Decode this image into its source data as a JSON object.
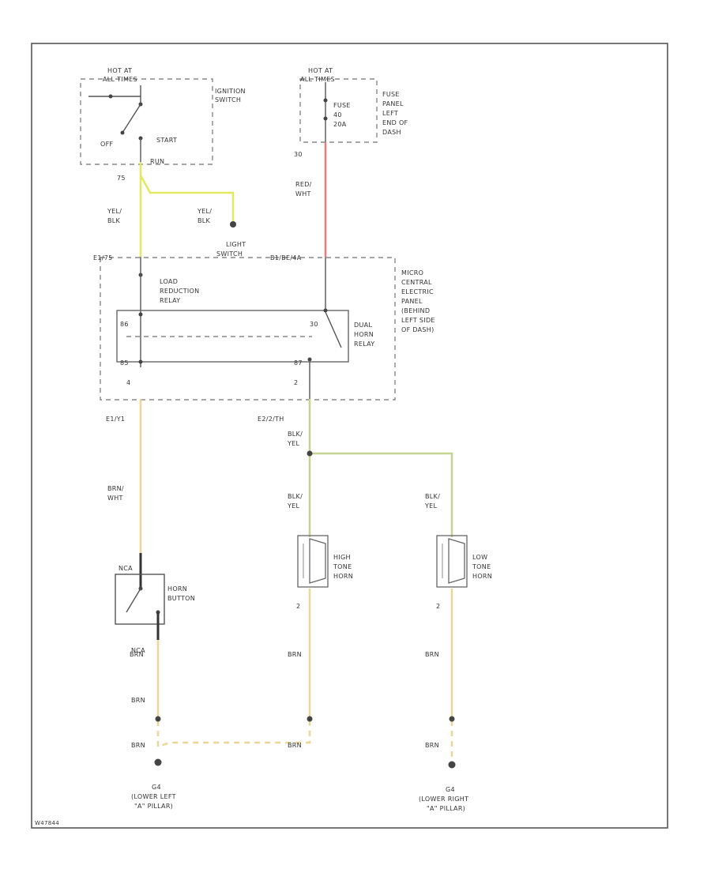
{
  "colors": {
    "yel_blk": "#e2e860",
    "red_wht": "#f07a7a",
    "brn_wht": "#ecd596",
    "blk_yel": "#c5d492",
    "brn": "#ecd596",
    "gray_line": "#555555"
  },
  "ignition": {
    "hot_label_line1": "HOT AT",
    "hot_label_line2": "ALL TIMES",
    "off": "OFF",
    "start": "START",
    "run": "RUN",
    "name_line1": "IGNITION",
    "name_line2": "SWITCH",
    "terminal": "75"
  },
  "fuse": {
    "hot_line1": "HOT AT",
    "hot_line2": "ALL TIMES",
    "fuse_line1": "FUSE",
    "fuse_line2": "40",
    "fuse_line3": "20A",
    "panel_line1": "FUSE",
    "panel_line2": "PANEL",
    "panel_line3": "LEFT",
    "panel_line4": "END OF",
    "panel_line5": "DASH",
    "terminal": "30"
  },
  "wires": {
    "yel_blk_a_line1": "YEL/",
    "yel_blk_a_line2": "BLK",
    "yel_blk_b_line1": "YEL/",
    "yel_blk_b_line2": "BLK",
    "light_switch_line1": "LIGHT",
    "light_switch_line2": "SWITCH",
    "red_wht_line1": "RED/",
    "red_wht_line2": "WHT",
    "brn_wht_line1": "BRN/",
    "brn_wht_line2": "WHT",
    "blk_yel_a_line1": "BLK/",
    "blk_yel_a_line2": "YEL",
    "blk_yel_b_line1": "BLK/",
    "blk_yel_b_line2": "YEL",
    "blk_yel_c_line1": "BLK/",
    "blk_yel_c_line2": "YEL",
    "brn_a": "BRN",
    "brn_b": "BRN",
    "brn_c": "BRN",
    "brn_d": "BRN",
    "brn_e": "BRN",
    "brn_f": "BRN"
  },
  "connectors": {
    "c1": "E1/75",
    "c2": "B1/BE/4A",
    "c3": "E1/Y1",
    "c4": "E2/2/TH",
    "pin_86": "86",
    "pin_85": "85",
    "pin_30": "30",
    "pin_87": "87",
    "pin_4": "4",
    "pin_2": "2",
    "horn_hi_pin": "2",
    "horn_lo_pin": "2",
    "nca": "NCA",
    "ncb": "NCA"
  },
  "relay_panel": {
    "load_line1": "LOAD",
    "load_line2": "REDUCTION",
    "load_line3": "RELAY",
    "panel_line1": "MICRO",
    "panel_line2": "CENTRAL",
    "panel_line3": "ELECTRIC",
    "panel_line4": "PANEL",
    "panel_line5": "(BEHIND",
    "panel_line6": "LEFT SIDE",
    "panel_line7": "OF DASH)",
    "dual_line1": "DUAL",
    "dual_line2": "HORN",
    "dual_line3": "RELAY"
  },
  "horn_button": {
    "line1": "HORN",
    "line2": "BUTTON"
  },
  "high_horn": {
    "line1": "HIGH",
    "line2": "TONE",
    "line3": "HORN"
  },
  "low_horn": {
    "line1": "LOW",
    "line2": "TONE",
    "line3": "HORN"
  },
  "grounds": {
    "g1_line1": "G4",
    "g1_line2": "(LOWER LEFT",
    "g1_line3": "\"A\" PILLAR)",
    "g2_line1": "G4",
    "g2_line2": "(LOWER RIGHT",
    "g2_line3": "\"A\" PILLAR)"
  },
  "footer_id": "W47844"
}
